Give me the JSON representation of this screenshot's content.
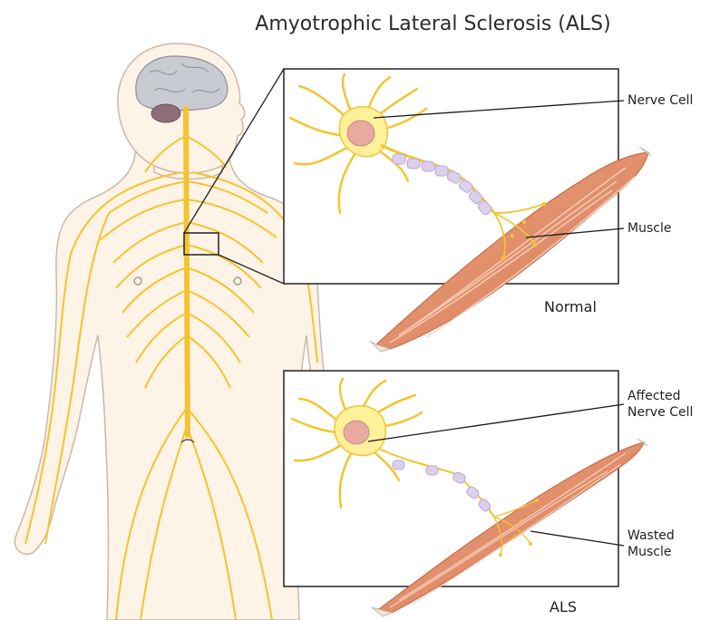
{
  "title": "Amyotrophic Lateral Sclerosis (ALS)",
  "panels": {
    "normal": {
      "caption": "Normal",
      "cell_label": "Nerve Cell",
      "muscle_label": "Muscle"
    },
    "als": {
      "caption": "ALS",
      "cell_label_line1": "Affected",
      "cell_label_line2": "Nerve Cell",
      "muscle_label_line1": "Wasted",
      "muscle_label_line2": "Muscle"
    }
  },
  "colors": {
    "nerve": "#f4c430",
    "nerve_light": "#fbe6a0",
    "skin": "#fdf3e6",
    "skin_outline": "#c9b9a8",
    "muscle": "#e28f6b",
    "muscle_dark": "#c96d4c",
    "muscle_light": "#f5c6ad",
    "brain": "#c9cbd3",
    "cerebellum": "#8e6f78",
    "neuron_body": "#fff19a",
    "nucleus": "#e8a9a0",
    "myelin": "#ddd0ec",
    "line": "#1a1a1a"
  }
}
